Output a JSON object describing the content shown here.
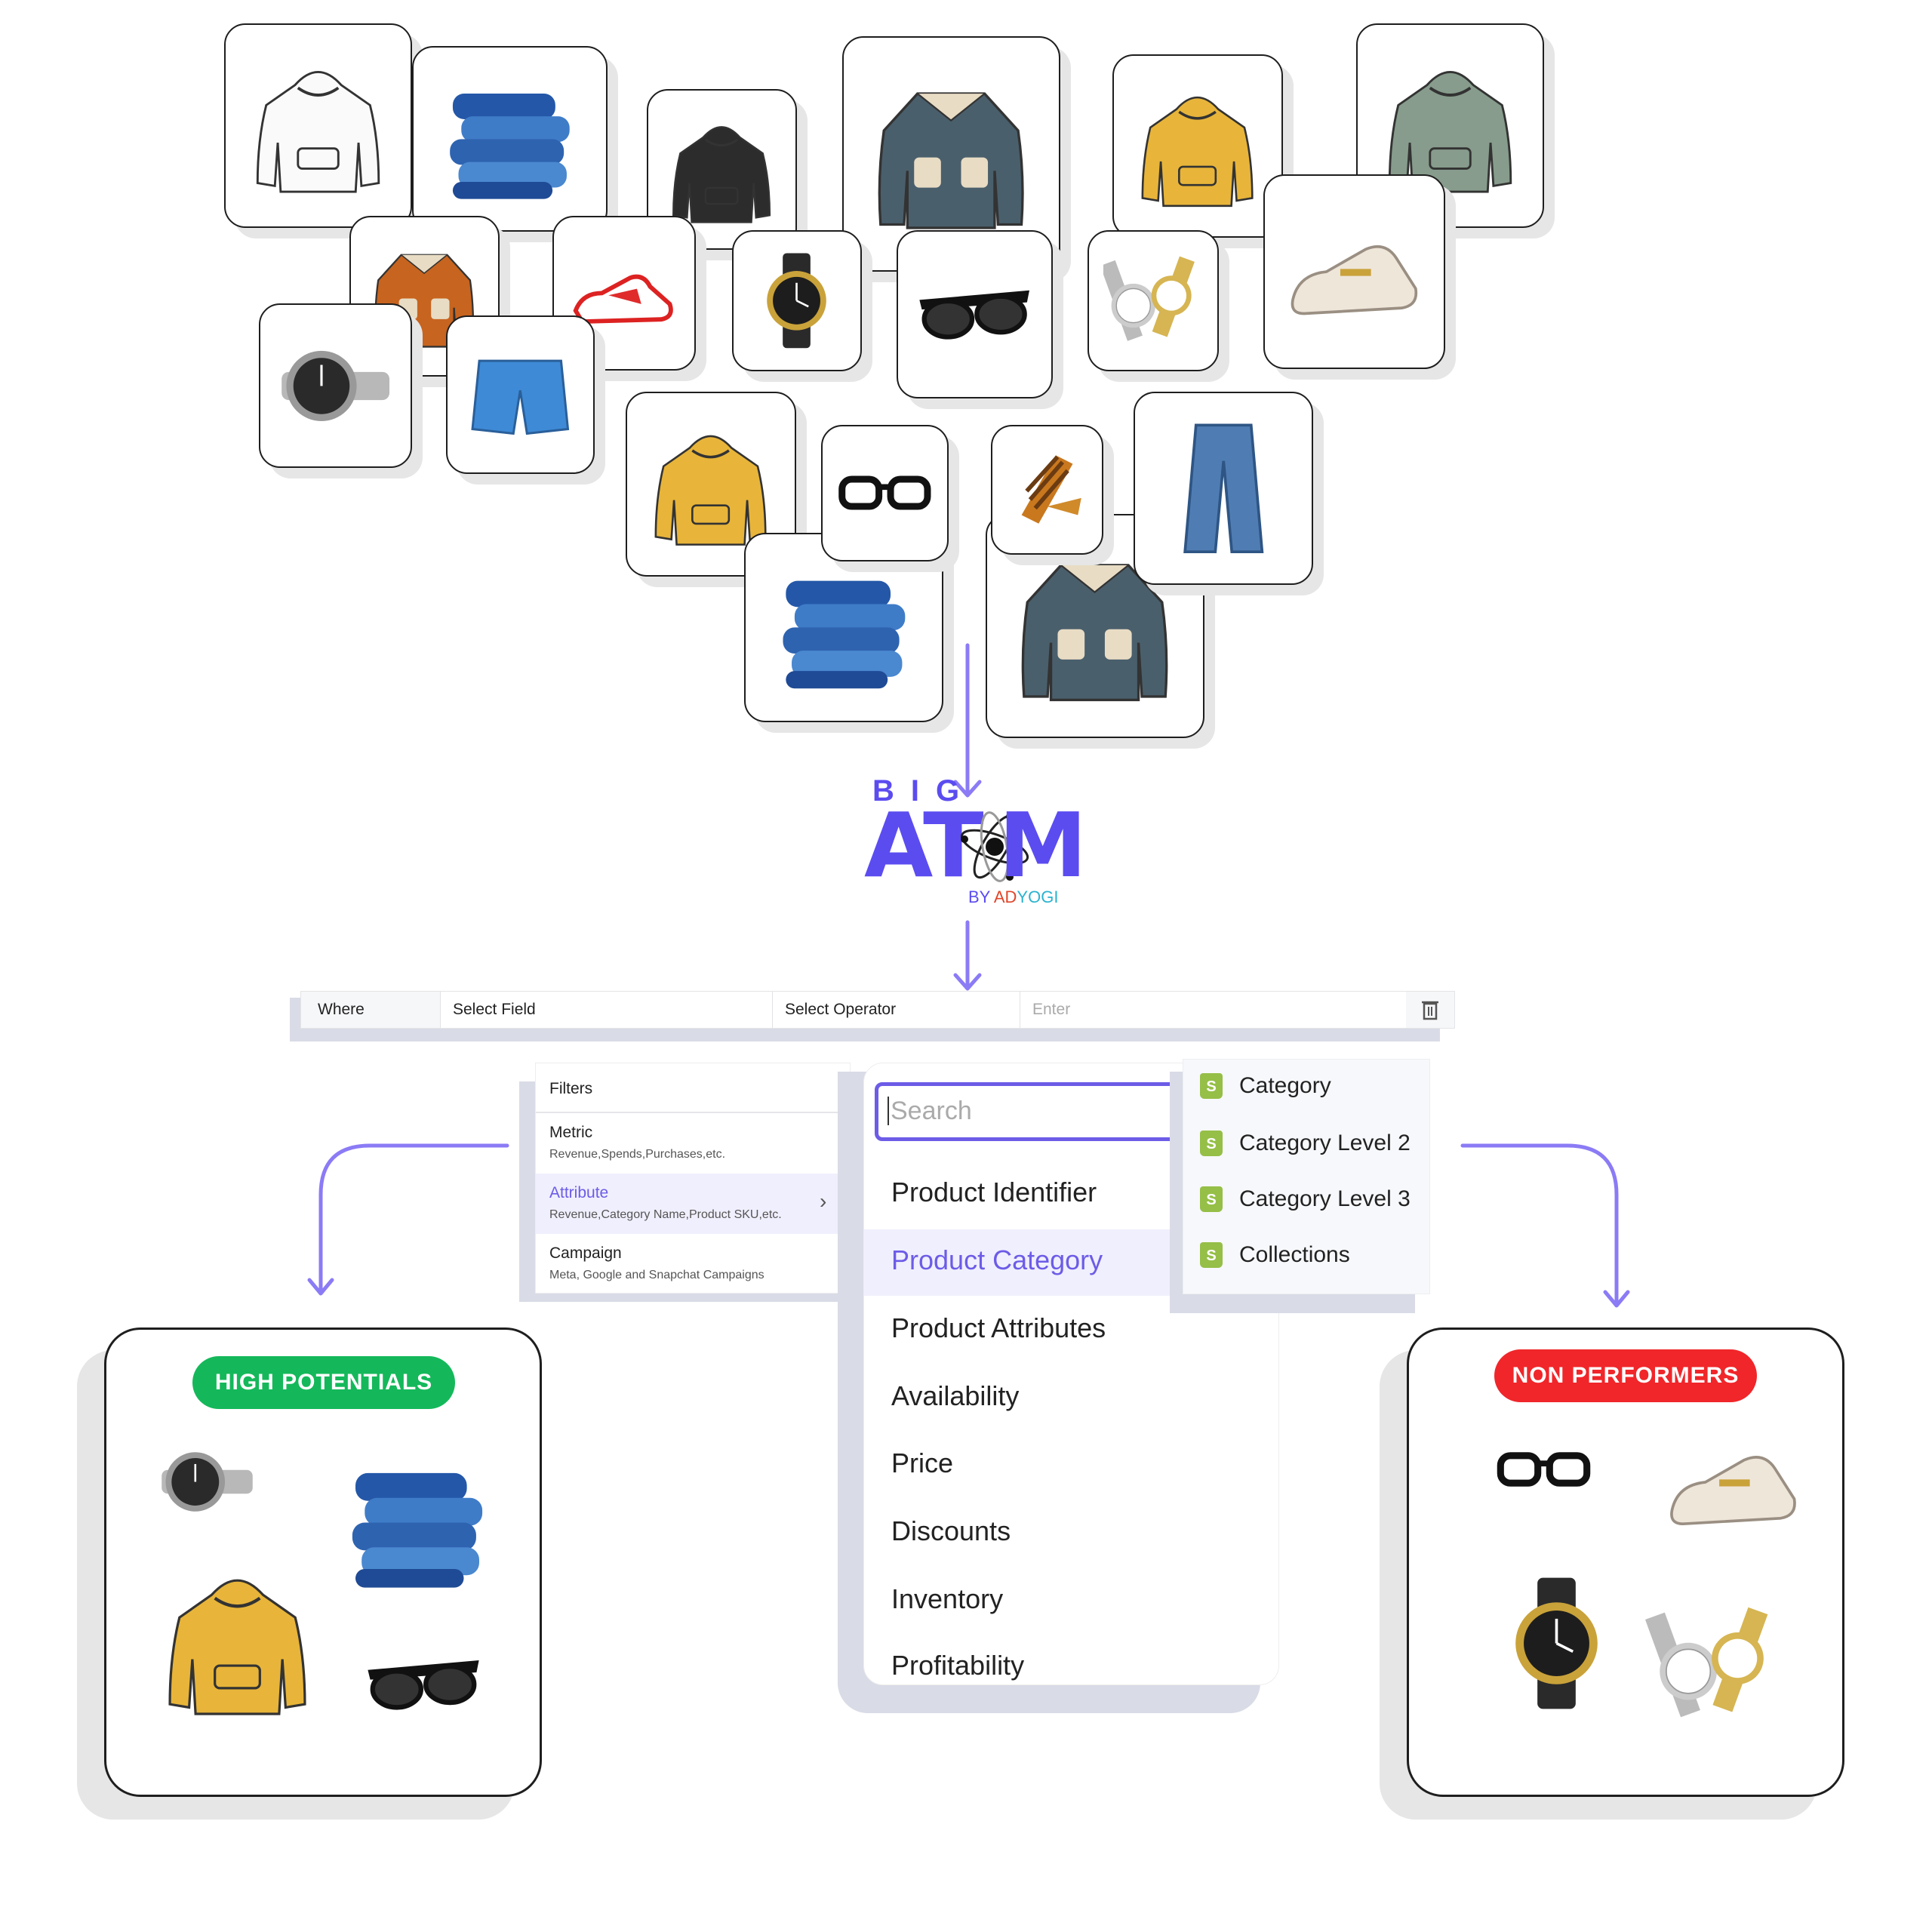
{
  "collage": {
    "products": [
      "hoodie-sketch",
      "jeans-stack",
      "black-hoodie",
      "shearling-jacket",
      "yellow-hoodie",
      "green-hoodie",
      "orange-jacket",
      "sneakers",
      "black-gold-watch",
      "sunglasses",
      "two-tone-watches",
      "loafers",
      "silver-watch",
      "denim-shorts",
      "yellow-hoodie",
      "eyeglasses",
      "jeans-stack",
      "striped-scarf",
      "shearling-jacket",
      "wide-jeans"
    ]
  },
  "logo": {
    "top": "BIG",
    "main_left": "AT",
    "main_right": "M",
    "by": "BY",
    "brand_a": "AD",
    "brand_b": "YOGI"
  },
  "filter_bar": {
    "where": "Where",
    "field": "Select Field",
    "operator": "Select Operator",
    "value_placeholder": "Enter",
    "delete_icon": "trash-icon"
  },
  "filters_panel": {
    "title": "Filters",
    "items": [
      {
        "label": "Metric",
        "description": "Revenue,Spends,Purchases,etc."
      },
      {
        "label": "Attribute",
        "description": "Revenue,Category Name,Product SKU,etc."
      },
      {
        "label": "Campaign",
        "description": "Meta, Google and Snapchat Campaigns"
      }
    ]
  },
  "field_dropdown": {
    "search_placeholder": "Search",
    "items": [
      "Product Identifier",
      "Product Category",
      "Product Attributes",
      "Availability",
      "Price",
      "Discounts",
      "Inventory",
      "Profitability"
    ],
    "selected": "Product Category"
  },
  "category_submenu": {
    "icon": "shopify-icon",
    "items": [
      "Category",
      "Category Level 2",
      "Category Level 3",
      "Collections"
    ]
  },
  "segments": {
    "high": {
      "label": "HIGH POTENTIALS",
      "color": "#14b85a",
      "products": [
        "silver-watch",
        "jeans-stack",
        "yellow-hoodie",
        "sunglasses"
      ]
    },
    "low": {
      "label": "NON PERFORMERS",
      "color": "#f0262a",
      "products": [
        "eyeglasses",
        "loafers",
        "black-gold-watch",
        "two-tone-watches"
      ]
    }
  },
  "colors": {
    "accent": "#6c5ce7",
    "logo": "#5b4cf0",
    "arrow": "#8b7bf5"
  }
}
